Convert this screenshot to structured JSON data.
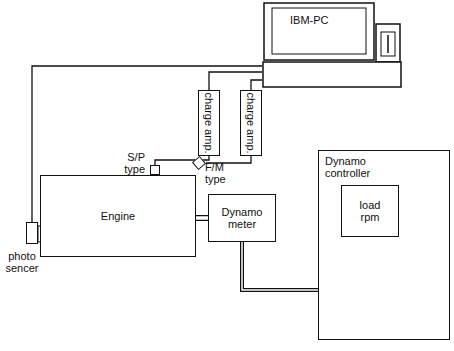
{
  "diagram": {
    "nodes": [
      {
        "text": [
          "IBM-PC"
        ]
      },
      {
        "text": [
          "charge amp."
        ]
      },
      {
        "text": [
          "charge amp."
        ]
      },
      {
        "text": [
          "S/P type"
        ]
      },
      {
        "text": [
          "F/M type"
        ]
      },
      {
        "text": [
          "photo sencer"
        ]
      },
      {
        "text": [
          "Engine"
        ]
      },
      {
        "text": [
          "Dynamo meter"
        ]
      },
      {
        "text": [
          "Dynamo controller"
        ]
      },
      {
        "text": [
          "load rpm"
        ],
        "in": 8
      }
    ],
    "edges": [
      {
        "from": 5,
        "to": 0,
        "arrow": "none"
      },
      {
        "from": 1,
        "to": 0,
        "arrow": "none"
      },
      {
        "from": 2,
        "to": 0,
        "arrow": "none"
      },
      {
        "from": 3,
        "to": 1,
        "arrow": "none"
      },
      {
        "from": 4,
        "to": 2,
        "arrow": "none"
      },
      {
        "from": 6,
        "to": 7,
        "arrow": "none"
      },
      {
        "from": 7,
        "to": 8,
        "arrow": "none"
      }
    ]
  }
}
